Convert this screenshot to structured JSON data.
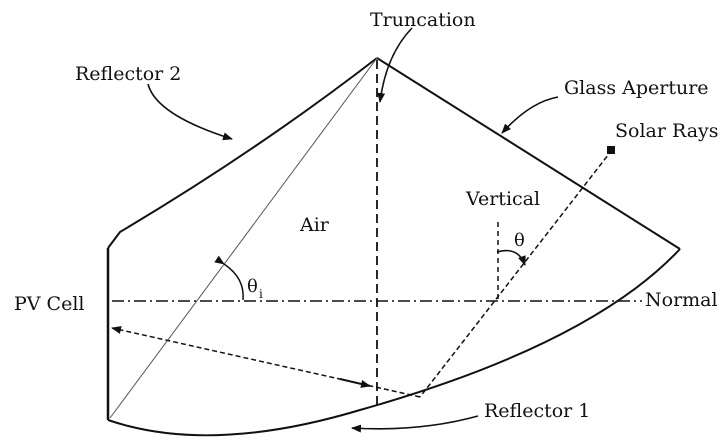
{
  "diagram": {
    "labels": {
      "truncation": "Truncation",
      "reflector_2": "Reflector 2",
      "glass_aperture": "Glass Aperture",
      "solar_rays": "Solar Rays",
      "vertical": "Vertical",
      "air": "Air",
      "theta": "θ",
      "theta_i": "θ",
      "theta_i_sub": "i",
      "pv_cell": "PV Cell",
      "normal": "Normal",
      "reflector_1": "Reflector 1"
    },
    "colors": {
      "line": "#111111",
      "background": "#ffffff"
    }
  }
}
